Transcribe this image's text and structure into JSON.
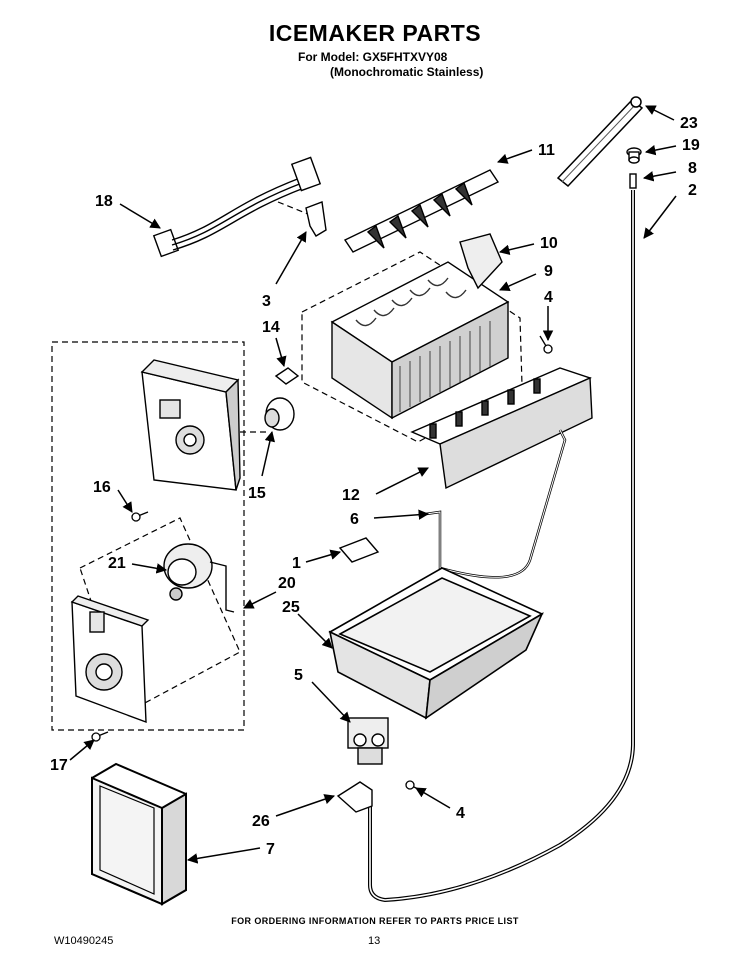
{
  "header": {
    "title": "ICEMAKER PARTS",
    "model_line": "For Model: GX5FHTXVY08",
    "finish_line": "(Monochromatic Stainless)"
  },
  "callouts": [
    "23",
    "19",
    "8",
    "2",
    "11",
    "10",
    "9",
    "4",
    "18",
    "3",
    "14",
    "15",
    "16",
    "12",
    "6",
    "1",
    "21",
    "20",
    "25",
    "5",
    "17",
    "4",
    "26",
    "7"
  ],
  "footer": {
    "ordering_note": "FOR ORDERING INFORMATION REFER TO PARTS PRICE LIST",
    "doc_number": "W10490245",
    "page_number": "13"
  }
}
